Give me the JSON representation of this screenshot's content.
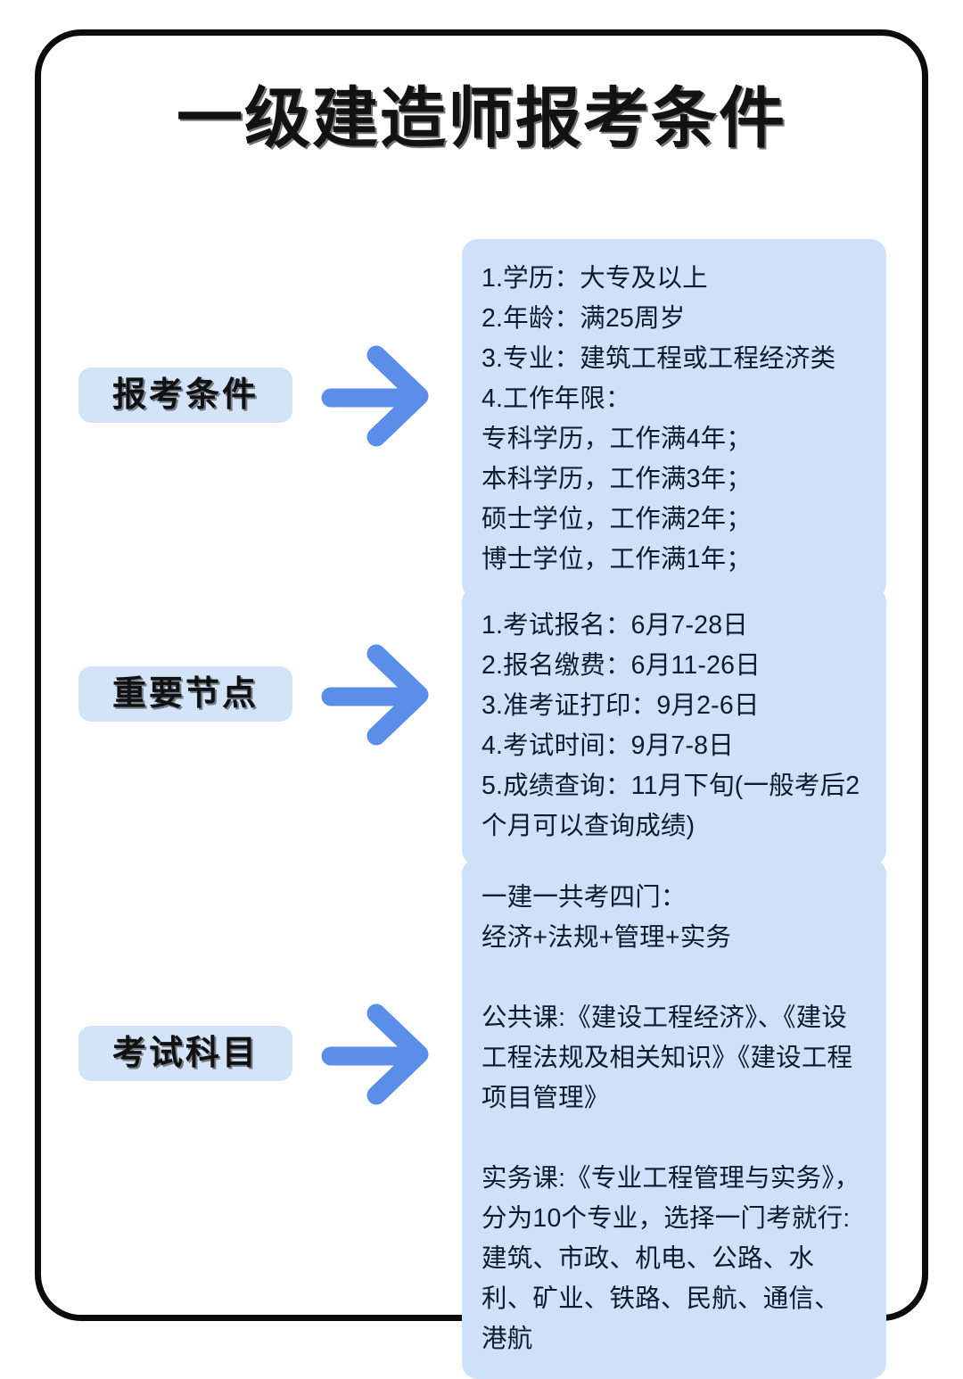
{
  "poster": {
    "title": "一级建造师报考条件",
    "colors": {
      "frame": "#0b0b0b",
      "card_bg": "#cfe1f9",
      "pill_bg": "#d3e3f8",
      "arrow": "#5b8ee8",
      "text": "#0e1b2c",
      "page_bg": "#ffffff"
    }
  },
  "sections": [
    {
      "label": "报考条件",
      "arrow_icon": "right-arrow-icon",
      "lines": [
        "1.学历：大专及以上",
        "2.年龄：满25周岁",
        "3.专业：建筑工程或工程经济类",
        "4.工作年限：",
        "专科学历，工作满4年；",
        "本科学历，工作满3年；",
        "硕士学位，工作满2年；",
        "博士学位，工作满1年；"
      ]
    },
    {
      "label": "重要节点",
      "arrow_icon": "right-arrow-icon",
      "lines": [
        "1.考试报名：6月7-28日",
        "2.报名缴费：6月11-26日",
        "3.准考证打印：9月2-6日",
        "4.考试时间：9月7-8日",
        "5.成绩查询：11月下旬(一般考后2个月可以查询成绩)"
      ]
    },
    {
      "label": "考试科目",
      "arrow_icon": "right-arrow-icon",
      "paragraphs": [
        "一建一共考四门：\n经济+法规+管理+实务",
        "公共课:《建设工程经济》、《建设工程法规及相关知识》《建设工程项目管理》",
        "实务课:《专业工程管理与实务》，分为10个专业，选择一门考就行:建筑、市政、机电、公路、水利、矿业、铁路、民航、通信、港航"
      ]
    }
  ]
}
